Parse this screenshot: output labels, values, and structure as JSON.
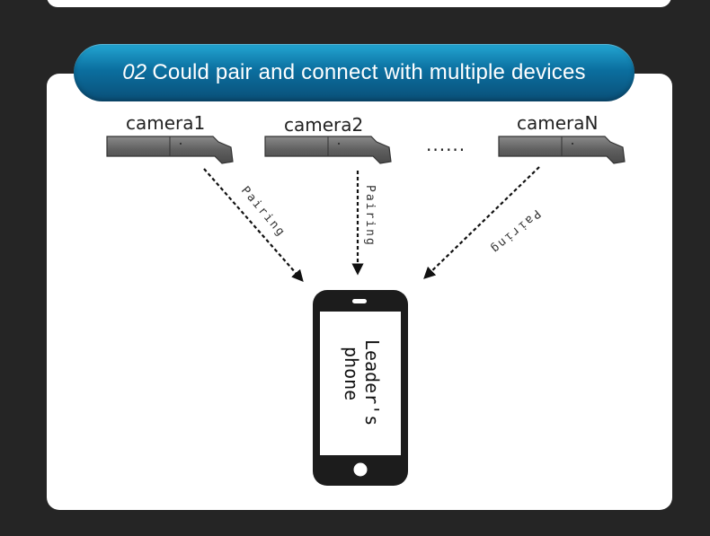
{
  "banner": {
    "number": "02",
    "text": "Could pair and connect with multiple devices"
  },
  "cameras": [
    {
      "label": "camera1"
    },
    {
      "label": "camera2"
    },
    {
      "label": "cameraN"
    }
  ],
  "ellipsis": "......",
  "pairing_label": "Pairing",
  "phone": {
    "line1": "Leader's",
    "line2": "phone"
  },
  "colors": {
    "background": "#252525",
    "banner_top": "#23a6d3",
    "banner_bottom": "#0a4f78",
    "card": "#ffffff"
  }
}
